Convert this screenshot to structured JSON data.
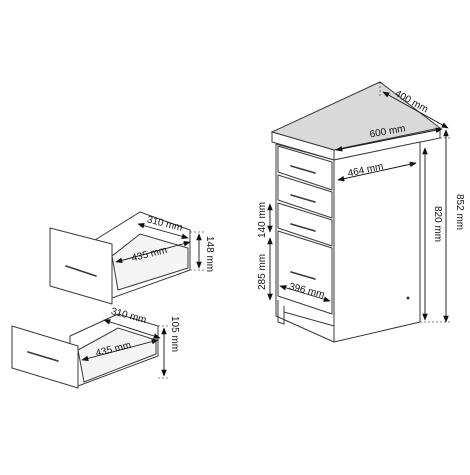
{
  "cabinet": {
    "depth_label": "400 mm",
    "width_label": "600 mm",
    "inner_width_label": "464 mm",
    "total_height_label": "852 mm",
    "body_height_label": "820 mm",
    "small_drawer_label": "140 mm",
    "large_drawer_label": "285 mm",
    "large_drawer_width_label": "396 mm"
  },
  "upper_drawer": {
    "depth_label": "310 mm",
    "width_label": "435 mm",
    "height_label": "148 mm"
  },
  "lower_drawer": {
    "depth_label": "310 mm",
    "width_label": "435 mm",
    "height_label": "105 mm"
  },
  "colors": {
    "outline": "#3a3a3a",
    "countertop": "#d9d9d9",
    "inner": "#f4f4f4",
    "dimension": "#111111"
  }
}
